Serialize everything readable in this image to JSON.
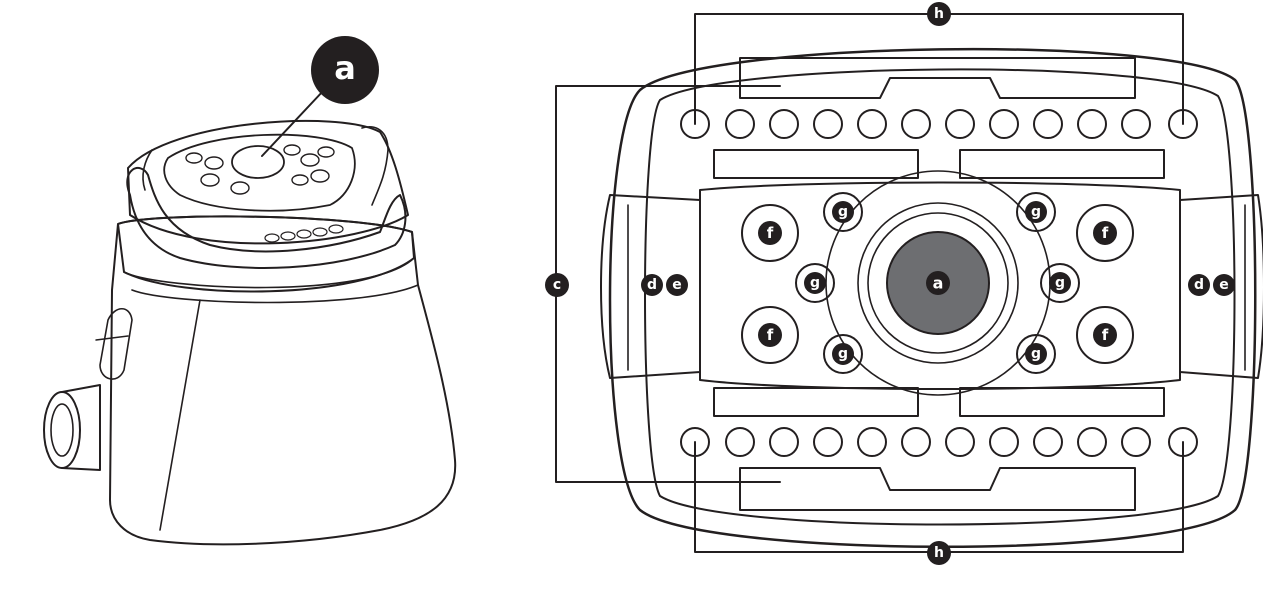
{
  "diagram": {
    "left_figure": {
      "callout": "a"
    },
    "right_figure": {
      "center_label": "a",
      "side_bracket_label": "c",
      "left_side_labels": [
        "d",
        "e"
      ],
      "right_side_labels": [
        "d",
        "e"
      ],
      "top_bracket_label": "h",
      "bottom_bracket_label": "h",
      "f_labels": [
        "f",
        "f",
        "f",
        "f"
      ],
      "g_labels": [
        "g",
        "g",
        "g",
        "g",
        "g",
        "g"
      ]
    },
    "colors": {
      "outline": "#231f20",
      "tray_fill": "#8a8c8e",
      "tray_outer_fill": "#9fa1a3",
      "inner_plate": "#b3b5b7",
      "center_disc": "#6d6e71",
      "label_badge": "#231f20"
    }
  }
}
